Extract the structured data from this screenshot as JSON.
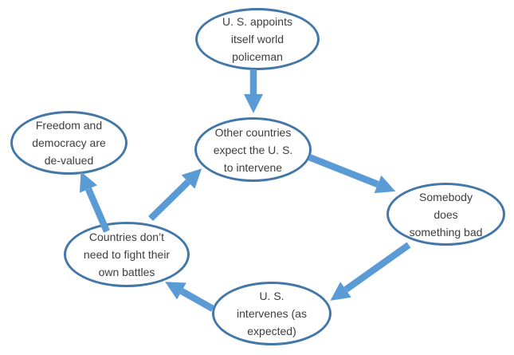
{
  "diagram": {
    "type": "flowchart-cycle",
    "colors": {
      "background": "#ffffff",
      "node_border": "#4377A8",
      "node_fill": "#ffffff",
      "arrow": "#5B9BD5",
      "text": "#3d3d3d"
    },
    "nodes": [
      {
        "id": "us-appoints-policeman",
        "lines": [
          "U. S. appoints",
          "itself world",
          "policeman"
        ]
      },
      {
        "id": "freedom-devalued",
        "lines": [
          "Freedom and",
          "democracy are",
          "de-valued"
        ]
      },
      {
        "id": "other-countries-expect",
        "lines": [
          "Other countries",
          "expect the U. S.",
          "to intervene"
        ]
      },
      {
        "id": "somebody-does-bad",
        "lines": [
          "Somebody",
          "does",
          "something bad"
        ]
      },
      {
        "id": "countries-dont-fight",
        "lines": [
          "Countries don’t",
          "need to fight their",
          "own battles"
        ]
      },
      {
        "id": "us-intervenes",
        "lines": [
          "U. S.",
          "intervenes (as",
          "expected)"
        ]
      }
    ],
    "edges": [
      {
        "from": "us-appoints-policeman",
        "to": "other-countries-expect"
      },
      {
        "from": "other-countries-expect",
        "to": "somebody-does-bad"
      },
      {
        "from": "somebody-does-bad",
        "to": "us-intervenes"
      },
      {
        "from": "us-intervenes",
        "to": "countries-dont-fight"
      },
      {
        "from": "countries-dont-fight",
        "to": "other-countries-expect"
      },
      {
        "from": "countries-dont-fight",
        "to": "freedom-devalued"
      }
    ]
  }
}
